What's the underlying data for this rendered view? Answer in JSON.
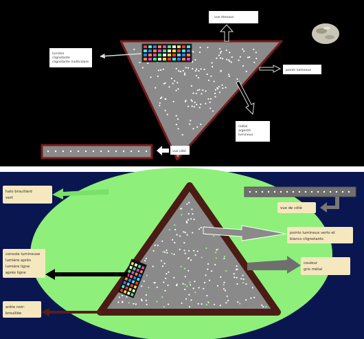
{
  "colors": {
    "top_background": "#000000",
    "bottom_background": "#0a1650",
    "metal_gray": "#8a8a8a",
    "ellipse_green": "#8ef07a",
    "outline_red": "#7a1a1a",
    "outline_brown": "#4a1c14",
    "label_bg_top": "#ffffff",
    "label_bg_bottom": "#f5e8bf"
  },
  "top_panel": {
    "labels": {
      "top": "vue dessous",
      "left_line1": "lumière",
      "left_line2": "clignotante",
      "left_line3": "clignotante multicolore",
      "right": "points lumineux",
      "lower_right_line1": "métal",
      "lower_right_line2": "argenté",
      "lower_right_line3": "lumineux",
      "bottom": "vue côté"
    }
  },
  "bottom_panel": {
    "labels": {
      "halo_line1": "halo brouillard",
      "halo_line2": "vert",
      "side_view": "vue de côté",
      "points_line1": "points lumineux verts et",
      "points_line2": "blancs clignotants",
      "console_line1": "console lumineuse",
      "console_line2": "lumière après",
      "console_line3": "lumière ligne",
      "console_line4": "après ligne",
      "color_line1": "couleur",
      "color_line2": "gris métal",
      "edge_line1": "arête noir-",
      "edge_line2": "brouillée"
    }
  }
}
